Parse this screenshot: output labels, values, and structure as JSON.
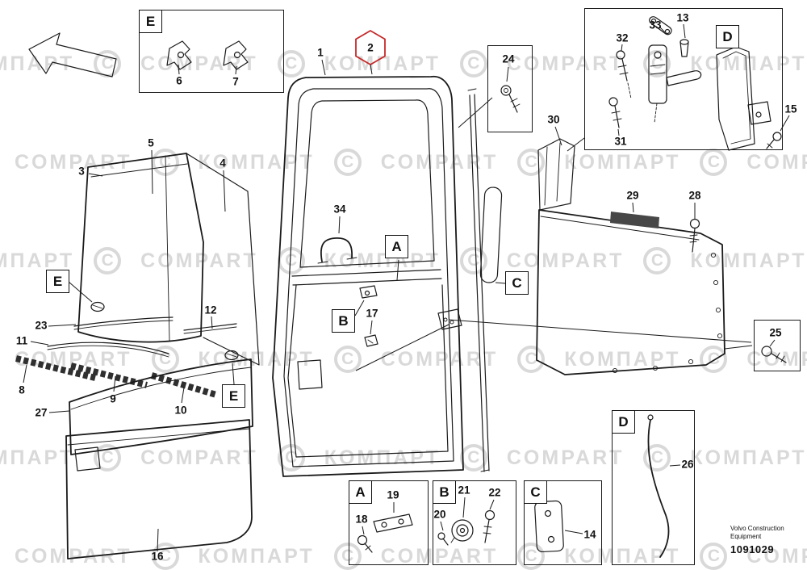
{
  "figure": {
    "brand_line1": "Volvo Construction",
    "brand_line2": "Equipment",
    "part_number": "1091029"
  },
  "watermark": {
    "cyrillic": "КОМПАРТ",
    "latin": "COMPART",
    "color": "#d9d9d9",
    "rows": 6
  },
  "colors": {
    "line": "#1a1a1a",
    "highlight_hexagon": "#c62828"
  },
  "refs": {
    "a": "A",
    "b": "B",
    "c": "C",
    "d": "D",
    "e": "E"
  },
  "callouts": {
    "c1": "1",
    "c2": "2",
    "c3": "3",
    "c4": "4",
    "c5": "5",
    "c6": "6",
    "c7": "7",
    "c8": "8",
    "c9": "9",
    "c10": "10",
    "c11": "11",
    "c12": "12",
    "c13": "13",
    "c14": "14",
    "c15": "15",
    "c16": "16",
    "c17": "17",
    "c18": "18",
    "c19": "19",
    "c20": "20",
    "c21": "21",
    "c22": "22",
    "c23": "23",
    "c24": "24",
    "c25": "25",
    "c26": "26",
    "c27": "27",
    "c28": "28",
    "c29": "29",
    "c30": "30",
    "c31": "31",
    "c32": "32",
    "c33": "33",
    "c34": "34"
  }
}
